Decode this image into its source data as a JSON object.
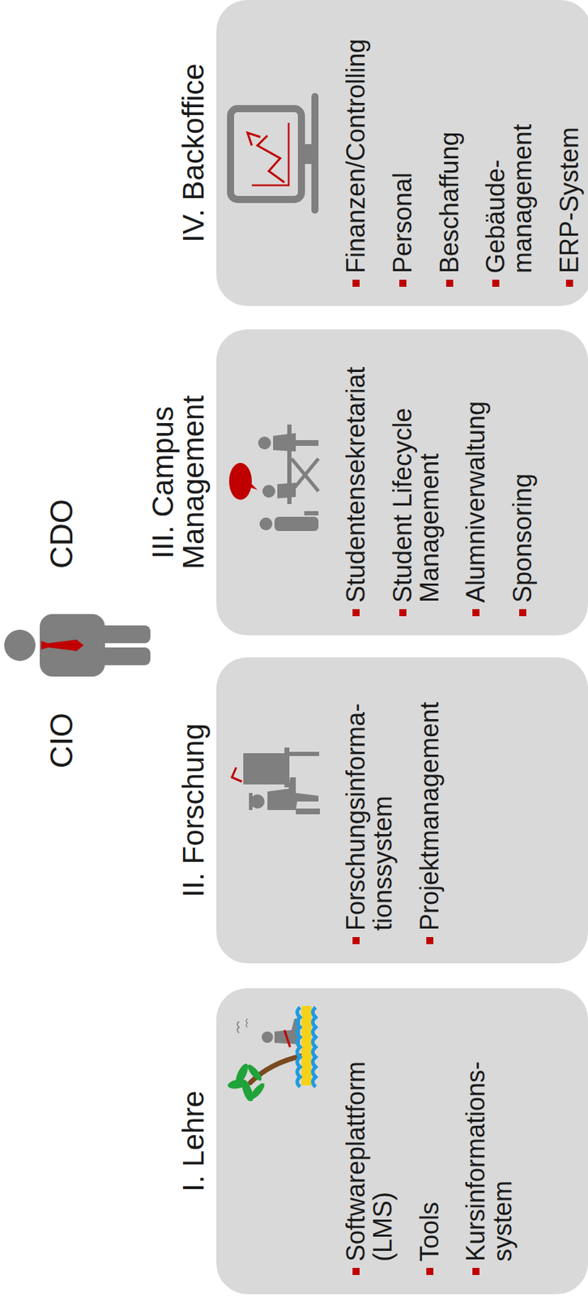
{
  "diagram": {
    "nodes": [
      {
        "text": [
          "I. Lehre",
          "Softwareplattform (LMS)",
          "Tools",
          "Kursinformations- system"
        ]
      },
      {
        "text": [
          "II. Forschung",
          "Forschungsinforma- tionssystem",
          "Projektmanagement"
        ]
      },
      {
        "text": [
          "III. Campus Management",
          "Studentensekretariat",
          "Student Lifecycle Management",
          "Alumniverwaltung",
          "Sponsoring"
        ]
      },
      {
        "text": [
          "IV. Backoffice",
          "Finanzen/Controlling",
          "Personal",
          "Beschaffung",
          "Gebäude- management",
          "ERP-System"
        ]
      }
    ],
    "labels": [
      "CIO",
      "CDO"
    ]
  }
}
